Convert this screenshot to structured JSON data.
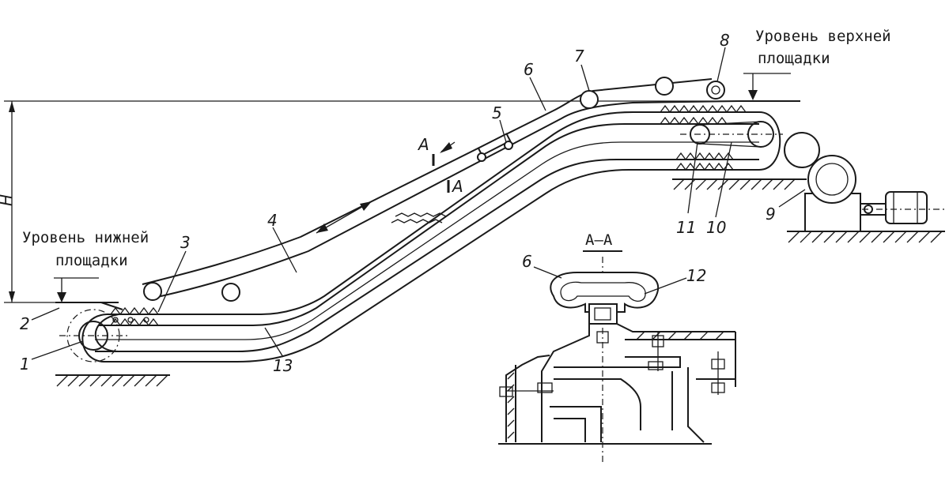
{
  "labels": {
    "lower_level": [
      "Уровень нижней",
      "площадки"
    ],
    "upper_level": [
      "Уровень верхней",
      "площадки"
    ],
    "section_title": "А–А",
    "section_mark_1": "А",
    "section_mark_2": "А",
    "height_mark": "Н"
  },
  "callouts": [
    "1",
    "2",
    "3",
    "4",
    "5",
    "6",
    "7",
    "8",
    "9",
    "10",
    "11",
    "12",
    "13",
    "6"
  ]
}
